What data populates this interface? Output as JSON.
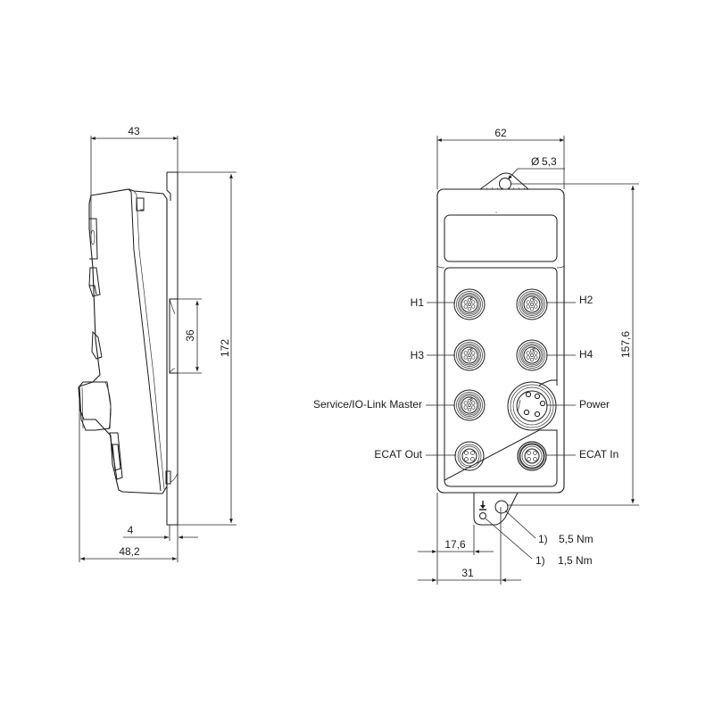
{
  "drawing": {
    "side_view": {
      "dimensions": {
        "width_top": "43",
        "height_total": "172",
        "mount_slot": "36",
        "flange_thickness": "4",
        "width_bottom": "48,2"
      }
    },
    "front_view": {
      "dimensions": {
        "width": "62",
        "hole_diameter": "5,3",
        "hole_diameter_symbol": "Ø",
        "hole_spacing": "157,6",
        "ground_offset": "17,6",
        "hole_offset": "31"
      },
      "connectors": [
        {
          "id": "H1",
          "label": "H1",
          "side": "left"
        },
        {
          "id": "H2",
          "label": "H2",
          "side": "right"
        },
        {
          "id": "H3",
          "label": "H3",
          "side": "left"
        },
        {
          "id": "H4",
          "label": "H4",
          "side": "right"
        },
        {
          "id": "service",
          "label": "Service/IO-Link Master",
          "side": "left"
        },
        {
          "id": "power",
          "label": "Power",
          "side": "right"
        },
        {
          "id": "ecat_out",
          "label": "ECAT Out",
          "side": "left"
        },
        {
          "id": "ecat_in",
          "label": "ECAT In",
          "side": "right"
        }
      ],
      "torque_notes": [
        {
          "ref": "1)",
          "value": "5,5 Nm"
        },
        {
          "ref": "1)",
          "value": "1,5 Nm"
        }
      ],
      "ground_symbol": "ground-icon"
    }
  }
}
